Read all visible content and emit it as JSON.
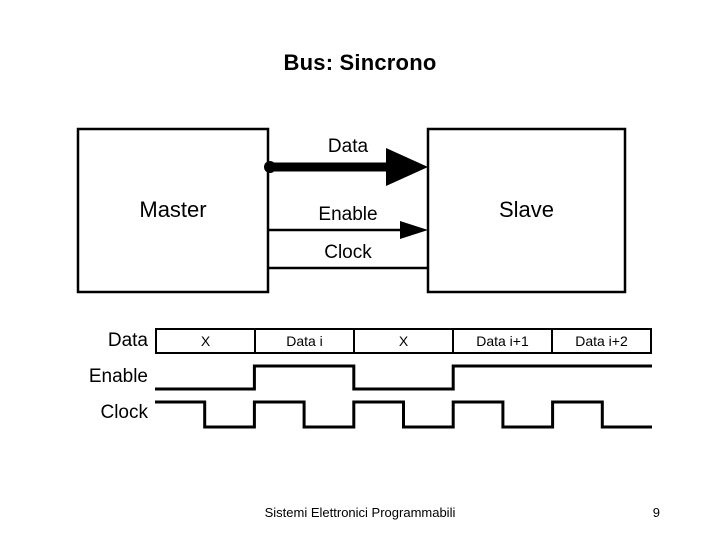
{
  "slide": {
    "title": "Bus: Sincrono",
    "background": "#ffffff",
    "ink": "#000000"
  },
  "block_diagram": {
    "master": {
      "label": "Master"
    },
    "slave": {
      "label": "Slave"
    },
    "signals": [
      {
        "name": "Data",
        "label": "Data",
        "style": "thick-arrow",
        "source_marker": "dot",
        "arrowhead": true
      },
      {
        "name": "Enable",
        "label": "Enable",
        "style": "thin-arrow",
        "source_marker": "none",
        "arrowhead": true
      },
      {
        "name": "Clock",
        "label": "Clock",
        "style": "plain-line",
        "source_marker": "none",
        "arrowhead": false
      }
    ]
  },
  "timing": {
    "rows": [
      {
        "name": "Data",
        "label": "Data"
      },
      {
        "name": "Enable",
        "label": "Enable"
      },
      {
        "name": "Clock",
        "label": "Clock"
      }
    ],
    "data_cells": [
      {
        "label": "X"
      },
      {
        "label": "Data i"
      },
      {
        "label": "X"
      },
      {
        "label": "Data i+1"
      },
      {
        "label": "Data i+2"
      }
    ],
    "enable_levels": [
      "low",
      "high",
      "low",
      "high",
      "high"
    ],
    "clock_cycles": 5,
    "clock_start_level": "high",
    "clock_duty": 0.5
  },
  "footer": {
    "text": "Sistemi Elettronici Programmabili",
    "page": "9"
  }
}
